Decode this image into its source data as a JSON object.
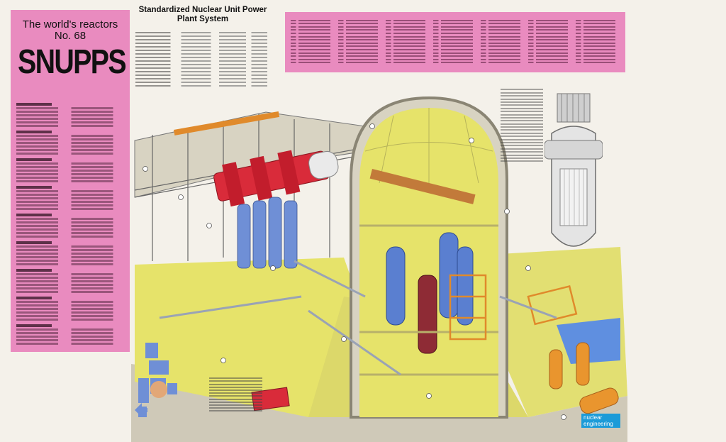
{
  "header": {
    "worlds_reactors": "The world's reactors",
    "number": "No. 68",
    "name": "SNUPPS",
    "title_line1": "Standardized Nuclear Unit Power",
    "title_line2": "Plant System"
  },
  "badge": {
    "line1": "nuclear",
    "line2": "engineering"
  },
  "colors": {
    "pink_panel": "#e98bbf",
    "containment_yellow": "#e6e36a",
    "steel_blue": "#6f8fd6",
    "turbine_red": "#d92b3a",
    "crane_orange": "#e08a2b",
    "badge_blue": "#1c9bd8"
  }
}
